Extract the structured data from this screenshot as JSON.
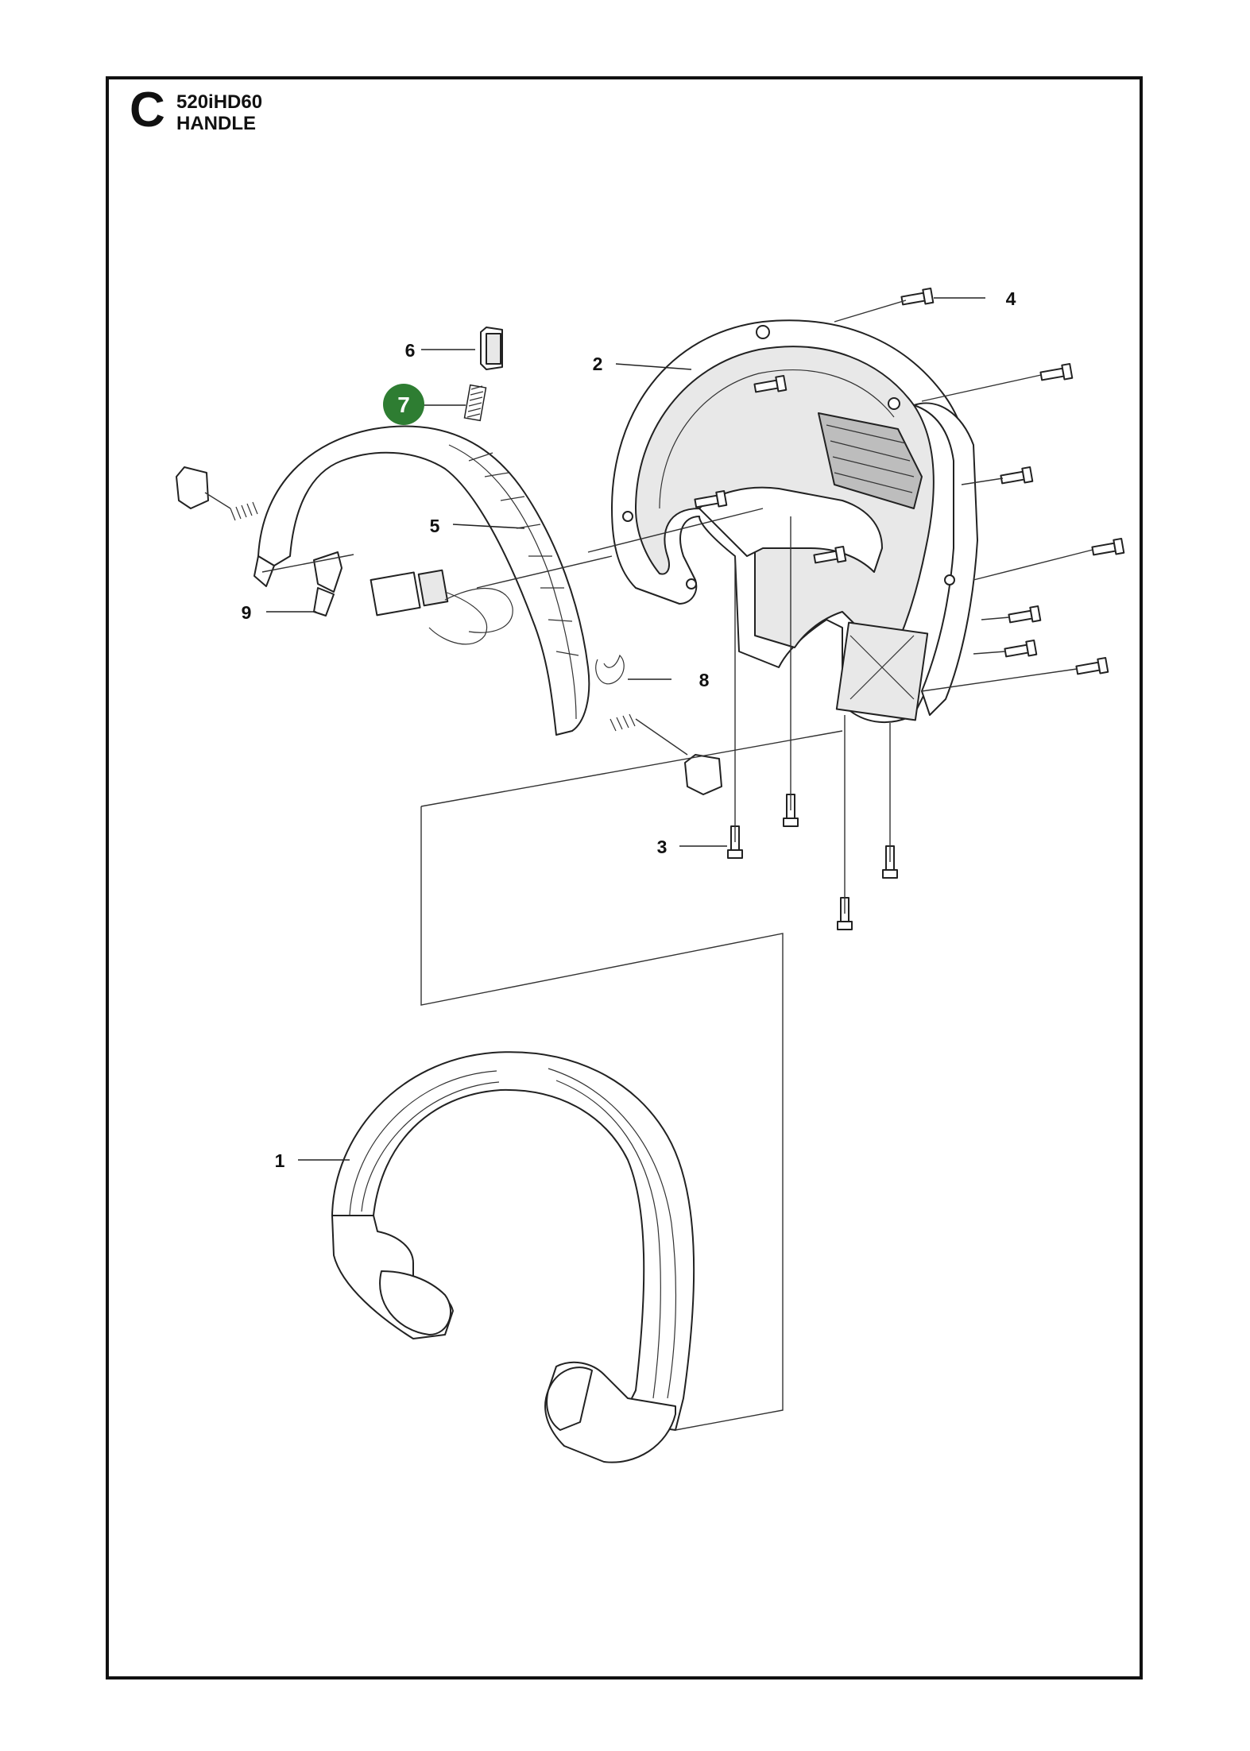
{
  "header": {
    "section_letter": "C",
    "model": "520iHD60",
    "title": "HANDLE"
  },
  "callouts": [
    {
      "label": "1",
      "highlighted": false
    },
    {
      "label": "2",
      "highlighted": false
    },
    {
      "label": "3",
      "highlighted": false
    },
    {
      "label": "4",
      "highlighted": false
    },
    {
      "label": "5",
      "highlighted": false
    },
    {
      "label": "6",
      "highlighted": false
    },
    {
      "label": "7",
      "highlighted": true
    },
    {
      "label": "8",
      "highlighted": false
    },
    {
      "label": "9",
      "highlighted": false
    }
  ],
  "colors": {
    "highlight": "#2e7d32",
    "line": "#111111",
    "background": "#ffffff"
  }
}
